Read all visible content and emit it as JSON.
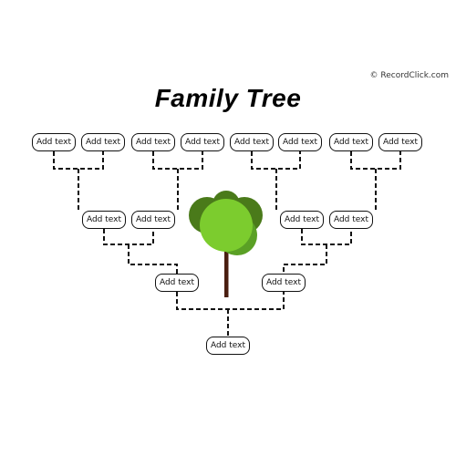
{
  "credit": "© RecordClick.com",
  "title": "Family Tree",
  "placeholder": "Add text",
  "colors": {
    "line": "#111111",
    "leaf_dark": "#4a7a1a",
    "leaf_mid": "#5aa025",
    "leaf_light": "#7ccc2e",
    "trunk": "#4a1e10"
  }
}
